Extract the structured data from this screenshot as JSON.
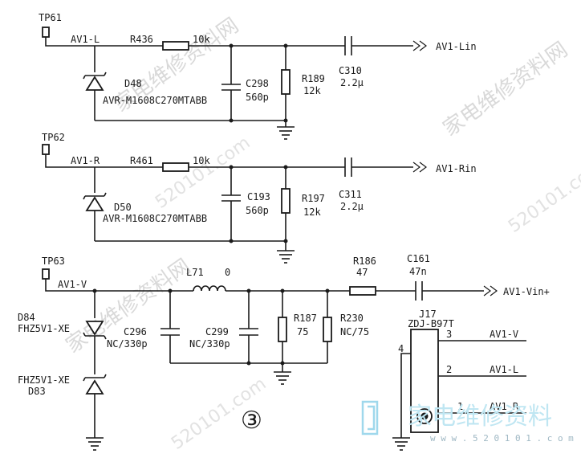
{
  "watermark": {
    "text1": "家电维修资料网",
    "text2": "520101.com",
    "logo_text": "家电维修资料",
    "logo_url": "w w w . 5 2 0 1 0 1 . c o m"
  },
  "circuit1": {
    "test_point": "TP61",
    "net": "AV1-L",
    "resistor_series": {
      "ref": "R436",
      "value": "10k"
    },
    "diode": {
      "ref": "D48",
      "part": "AVR-M1608C270MTABB"
    },
    "cap_shunt": {
      "ref": "C298",
      "value": "560p"
    },
    "resistor_shunt": {
      "ref": "R189",
      "value": "12k"
    },
    "cap_coupling": {
      "ref": "C310",
      "value": "2.2μ"
    },
    "output": "AV1-Lin"
  },
  "circuit2": {
    "test_point": "TP62",
    "net": "AV1-R",
    "resistor_series": {
      "ref": "R461",
      "value": "10k"
    },
    "diode": {
      "ref": "D50",
      "part": "AVR-M1608C270MTABB"
    },
    "cap_shunt": {
      "ref": "C193",
      "value": "560p"
    },
    "resistor_shunt": {
      "ref": "R197",
      "value": "12k"
    },
    "cap_coupling": {
      "ref": "C311",
      "value": "2.2μ"
    },
    "output": "AV1-Rin"
  },
  "circuit3": {
    "test_point": "TP63",
    "net": "AV1-V",
    "inductor": {
      "ref": "L71",
      "value": "0"
    },
    "diode_top": {
      "ref": "D84",
      "part": "FHZ5V1-XE"
    },
    "diode_bottom": {
      "ref": "D83",
      "part": "FHZ5V1-XE"
    },
    "cap1": {
      "ref": "C296",
      "value": "NC/330p"
    },
    "cap2": {
      "ref": "C299",
      "value": "NC/330p"
    },
    "res1": {
      "ref": "R187",
      "value": "75"
    },
    "res2": {
      "ref": "R230",
      "value": "NC/75"
    },
    "res_series": {
      "ref": "R186",
      "value": "47"
    },
    "cap_coupling": {
      "ref": "C161",
      "value": "47n"
    },
    "output": "AV1-Vin+"
  },
  "connector": {
    "ref": "J17",
    "part": "ZDJ-B97T",
    "pins": [
      {
        "num": "3",
        "net": "AV1-V"
      },
      {
        "num": "2",
        "net": "AV1-L"
      },
      {
        "num": "1",
        "net": "AV1-R"
      }
    ],
    "pin_shield": "4"
  },
  "figure_label": "③"
}
